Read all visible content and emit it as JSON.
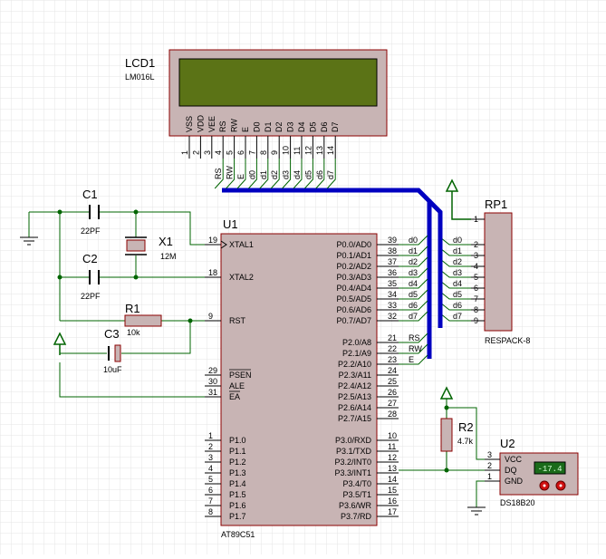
{
  "lcd": {
    "ref": "LCD1",
    "part": "LM016L",
    "pins": [
      {
        "name": "VSS",
        "num": "1"
      },
      {
        "name": "VDD",
        "num": "2"
      },
      {
        "name": "VEE",
        "num": "3"
      },
      {
        "name": "RS",
        "num": "4"
      },
      {
        "name": "RW",
        "num": "5"
      },
      {
        "name": "E",
        "num": "6"
      },
      {
        "name": "D0",
        "num": "7"
      },
      {
        "name": "D1",
        "num": "8"
      },
      {
        "name": "D2",
        "num": "9"
      },
      {
        "name": "D3",
        "num": "10"
      },
      {
        "name": "D4",
        "num": "11"
      },
      {
        "name": "D5",
        "num": "12"
      },
      {
        "name": "D6",
        "num": "13"
      },
      {
        "name": "D7",
        "num": "14"
      }
    ],
    "bus_labels": [
      "RS",
      "RW",
      "E",
      "d0",
      "d1",
      "d2",
      "d3",
      "d4",
      "d5",
      "d6",
      "d7"
    ],
    "screen_color": "#5b7316"
  },
  "mcu": {
    "ref": "U1",
    "part": "AT89C51",
    "left_pins": [
      {
        "num": "19",
        "name": "XTAL1"
      },
      {
        "num": "18",
        "name": "XTAL2"
      },
      {
        "num": "9",
        "name": "RST"
      },
      {
        "num": "29",
        "name": "PSEN"
      },
      {
        "num": "30",
        "name": "ALE"
      },
      {
        "num": "31",
        "name": "EA"
      },
      {
        "num": "1",
        "name": "P1.0"
      },
      {
        "num": "2",
        "name": "P1.1"
      },
      {
        "num": "3",
        "name": "P1.2"
      },
      {
        "num": "4",
        "name": "P1.3"
      },
      {
        "num": "5",
        "name": "P1.4"
      },
      {
        "num": "6",
        "name": "P1.5"
      },
      {
        "num": "7",
        "name": "P1.6"
      },
      {
        "num": "8",
        "name": "P1.7"
      }
    ],
    "right_pins": [
      {
        "num": "39",
        "name": "P0.0/AD0",
        "net": "d0"
      },
      {
        "num": "38",
        "name": "P0.1/AD1",
        "net": "d1"
      },
      {
        "num": "37",
        "name": "P0.2/AD2",
        "net": "d2"
      },
      {
        "num": "36",
        "name": "P0.3/AD3",
        "net": "d3"
      },
      {
        "num": "35",
        "name": "P0.4/AD4",
        "net": "d4"
      },
      {
        "num": "34",
        "name": "P0.5/AD5",
        "net": "d5"
      },
      {
        "num": "33",
        "name": "P0.6/AD6",
        "net": "d6"
      },
      {
        "num": "32",
        "name": "P0.7/AD7",
        "net": "d7"
      },
      {
        "num": "21",
        "name": "P2.0/A8",
        "net": "RS"
      },
      {
        "num": "22",
        "name": "P2.1/A9",
        "net": "RW"
      },
      {
        "num": "23",
        "name": "P2.2/A10",
        "net": "E"
      },
      {
        "num": "24",
        "name": "P2.3/A11",
        "net": ""
      },
      {
        "num": "25",
        "name": "P2.4/A12",
        "net": ""
      },
      {
        "num": "26",
        "name": "P2.5/A13",
        "net": ""
      },
      {
        "num": "27",
        "name": "P2.6/A14",
        "net": ""
      },
      {
        "num": "28",
        "name": "P2.7/A15",
        "net": ""
      },
      {
        "num": "10",
        "name": "P3.0/RXD",
        "net": ""
      },
      {
        "num": "11",
        "name": "P3.1/TXD",
        "net": ""
      },
      {
        "num": "12",
        "name": "P3.2/INT0",
        "net": ""
      },
      {
        "num": "13",
        "name": "P3.3/INT1",
        "net": ""
      },
      {
        "num": "14",
        "name": "P3.4/T0",
        "net": ""
      },
      {
        "num": "15",
        "name": "P3.5/T1",
        "net": ""
      },
      {
        "num": "16",
        "name": "P3.6/WR",
        "net": ""
      },
      {
        "num": "17",
        "name": "P3.7/RD",
        "net": ""
      }
    ]
  },
  "rp1": {
    "ref": "RP1",
    "part": "RESPACK-8",
    "pins": [
      {
        "num": "1",
        "net": ""
      },
      {
        "num": "2",
        "net": "d0"
      },
      {
        "num": "3",
        "net": "d1"
      },
      {
        "num": "4",
        "net": "d2"
      },
      {
        "num": "5",
        "net": "d3"
      },
      {
        "num": "6",
        "net": "d4"
      },
      {
        "num": "7",
        "net": "d5"
      },
      {
        "num": "8",
        "net": "d6"
      },
      {
        "num": "9",
        "net": "d7"
      }
    ]
  },
  "c1": {
    "ref": "C1",
    "value": "22PF"
  },
  "c2": {
    "ref": "C2",
    "value": "22PF"
  },
  "c3": {
    "ref": "C3",
    "value": "10uF"
  },
  "x1": {
    "ref": "X1",
    "value": "12M"
  },
  "r1": {
    "ref": "R1",
    "value": "10k"
  },
  "r2": {
    "ref": "R2",
    "value": "4.7k"
  },
  "u2": {
    "ref": "U2",
    "part": "DS18B20",
    "pins": [
      {
        "num": "3",
        "name": "VCC"
      },
      {
        "num": "2",
        "name": "DQ"
      },
      {
        "num": "1",
        "name": "GND"
      }
    ],
    "reading": "-17.4"
  },
  "colors": {
    "wire": "#006400",
    "part_outline": "#8b0000",
    "part_fill": "#c8b4b4",
    "bus": "#0000c0",
    "grid": "#e4e4e4"
  }
}
